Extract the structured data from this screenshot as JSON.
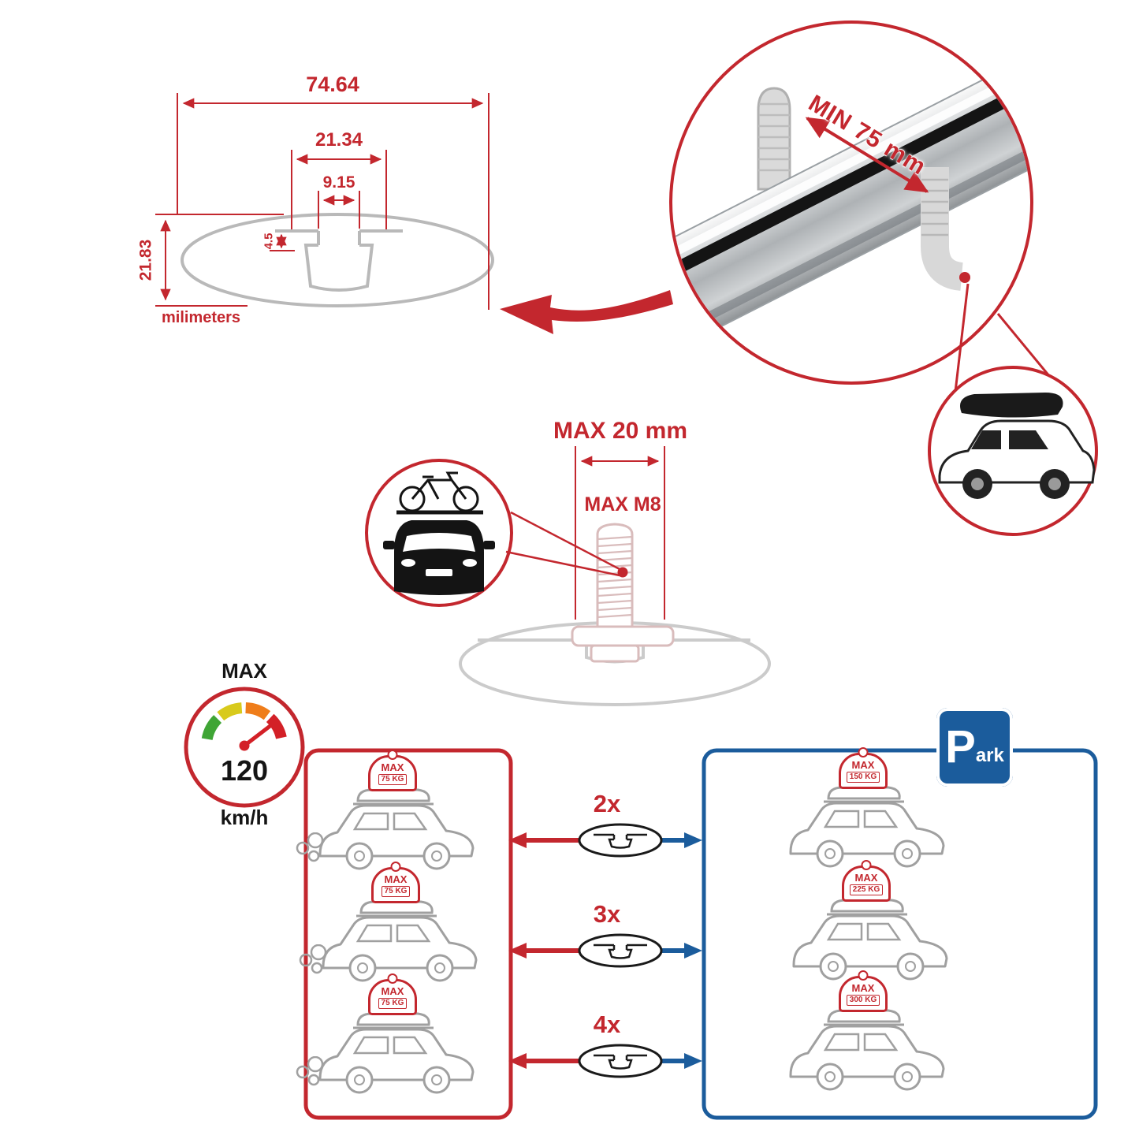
{
  "colors": {
    "accent_red": "#c3272e",
    "accent_blue": "#1b5c9c",
    "diagram_gray": "#b9b9b9",
    "gauge_segments": [
      "#3fa535",
      "#d8ca1c",
      "#ef7d1a",
      "#d32027"
    ]
  },
  "profile_dimensions": {
    "total_width": "74.64",
    "channel_outer_width": "21.34",
    "channel_inner_width": "9.15",
    "lip_depth": "4.5",
    "total_height": "21.83",
    "units": "milimeters"
  },
  "crossbar_detail": {
    "min_span_label": "MIN 75 mm"
  },
  "mount_bolt": {
    "max_head_width_label": "MAX 20 mm",
    "max_thread_label": "MAX M8"
  },
  "speed_gauge": {
    "label": "MAX",
    "value": "120",
    "unit": "km/h"
  },
  "load_comparison": {
    "driving": {
      "cars": [
        {
          "badge_line1": "MAX",
          "badge_line2": "75 KG"
        },
        {
          "badge_line1": "MAX",
          "badge_line2": "75 KG"
        },
        {
          "badge_line1": "MAX",
          "badge_line2": "75 KG"
        }
      ]
    },
    "bar_counts": [
      {
        "label": "2x"
      },
      {
        "label": "3x"
      },
      {
        "label": "4x"
      }
    ],
    "parked": {
      "cars": [
        {
          "badge_line1": "MAX",
          "badge_line2": "150 KG"
        },
        {
          "badge_line1": "MAX",
          "badge_line2": "225 KG"
        },
        {
          "badge_line1": "MAX",
          "badge_line2": "300 KG"
        }
      ],
      "park_sign": {
        "letter": "P",
        "suffix": "ark"
      }
    }
  },
  "icons": {
    "speedometer": "speedometer-icon",
    "car_front_bike": "car-front-with-bike-icon",
    "suv_roofbox": "suv-with-roofbox-icon",
    "bar_profile": "crossbar-profile-icon"
  }
}
